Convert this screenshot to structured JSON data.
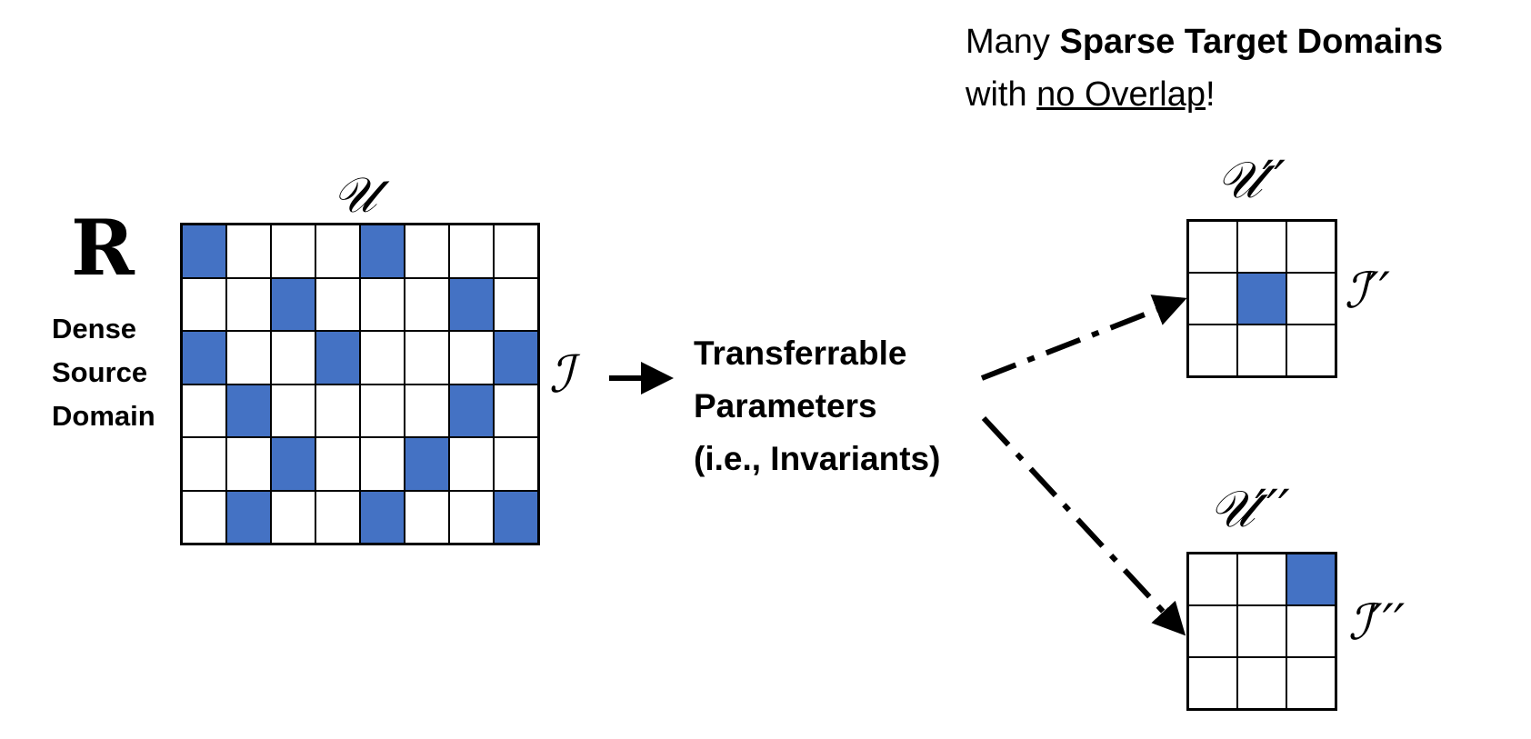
{
  "title": {
    "line1_prefix": "Many ",
    "line1_bold": "Sparse Target Domains",
    "line2_prefix": "with ",
    "line2_underline": "no Overlap",
    "line2_suffix": "!"
  },
  "source": {
    "matrix_label": "R",
    "caption_lines": [
      "Dense",
      "Source",
      "Domain"
    ],
    "user_label": "𝒰",
    "item_label": "ℐ",
    "rows": 6,
    "cols": 8,
    "filled": [
      [
        0,
        0
      ],
      [
        0,
        4
      ],
      [
        1,
        2
      ],
      [
        1,
        6
      ],
      [
        2,
        0
      ],
      [
        2,
        3
      ],
      [
        2,
        7
      ],
      [
        3,
        1
      ],
      [
        3,
        6
      ],
      [
        4,
        2
      ],
      [
        4,
        5
      ],
      [
        5,
        1
      ],
      [
        5,
        4
      ],
      [
        5,
        7
      ]
    ]
  },
  "middle": {
    "lines": [
      "Transferrable",
      "Parameters",
      "(i.e., Invariants)"
    ]
  },
  "target1": {
    "user_label": "𝒰′′",
    "item_label": "ℐ′′",
    "rows": 3,
    "cols": 3,
    "filled": [
      [
        1,
        1
      ]
    ]
  },
  "target2": {
    "user_label": "𝒰′′′",
    "item_label": "ℐ′′′",
    "rows": 3,
    "cols": 3,
    "filled": [
      [
        0,
        2
      ]
    ]
  },
  "colors": {
    "fill": "#4472c4",
    "line": "#000000"
  }
}
